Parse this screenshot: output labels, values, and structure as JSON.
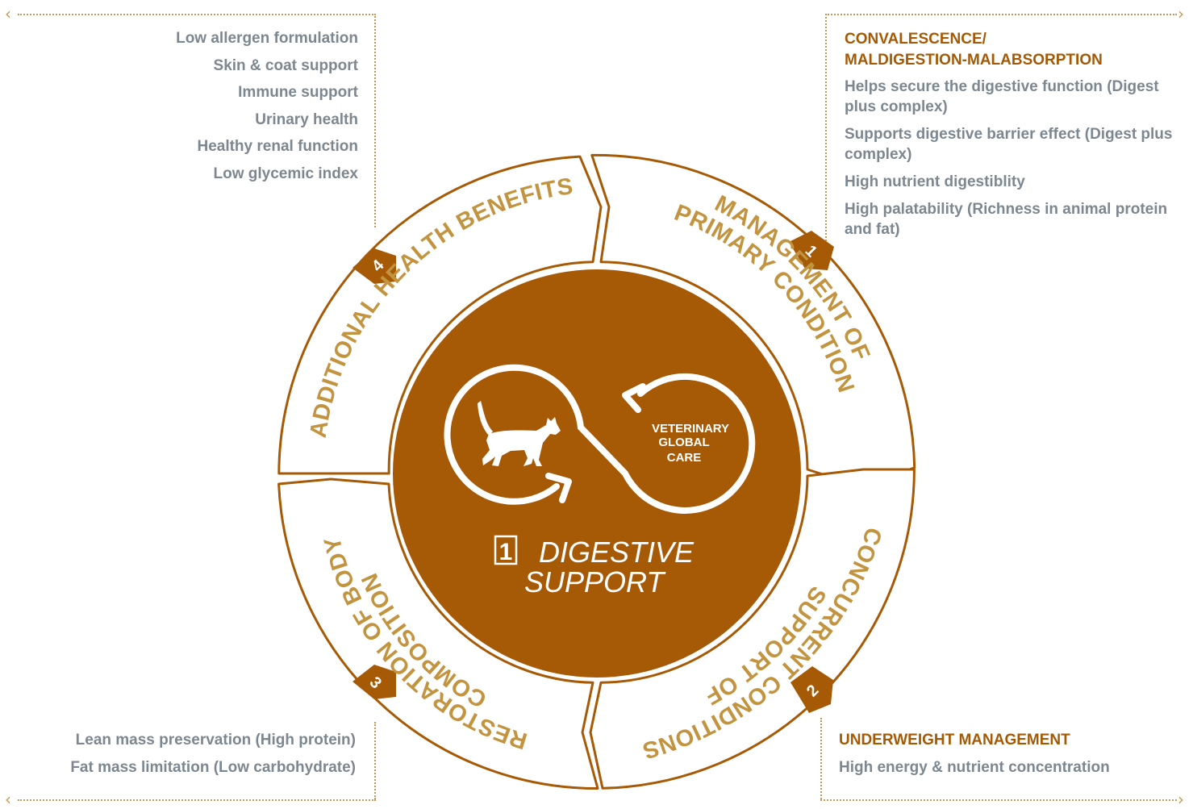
{
  "colors": {
    "accent_brown": "#a75a06",
    "gold": "#c3943f",
    "text_grey": "#7c8790",
    "heading_brown": "#a45a05"
  },
  "top_left_list": [
    "Low allergen formulation",
    "Skin & coat support",
    "Immune support",
    "Urinary health",
    "Healthy renal function",
    "Low glycemic index"
  ],
  "top_right": {
    "heading_line1": "CONVALESCENCE/",
    "heading_line2": "MALDIGESTION-MALABSORPTION",
    "items": [
      "Helps secure the digestive function (Digest plus complex)",
      "Supports digestive barrier effect (Digest plus complex)",
      "High nutrient digestiblity",
      "High palatability (Richness in animal protein and fat)"
    ]
  },
  "bottom_left_list": [
    "Lean mass preservation (High protein)",
    "Fat mass limitation (Low carbohydrate)"
  ],
  "bottom_right": {
    "heading": "UNDERWEIGHT MANAGEMENT",
    "items": [
      "High energy & nutrient concentration"
    ]
  },
  "segments": {
    "s1_line1": "MANAGEMENT OF",
    "s1_line2": "PRIMARY CONDITION",
    "s1_num": "1",
    "s2_line1": "SUPPORT OF",
    "s2_line2": "CONCURRENT CONDITIONS",
    "s2_num": "2",
    "s3_line1": "RESTORATION OF BODY",
    "s3_line2": "COMPOSITION",
    "s3_num": "3",
    "s4_line1": "ADDITIONAL HEALTH BENEFITS",
    "s4_num": "4"
  },
  "center": {
    "line1": "VETERINARY",
    "line2": "GLOBAL",
    "line3": "CARE",
    "number": "1",
    "title1": "DIGESTIVE",
    "title2": "SUPPORT"
  },
  "icons": [
    "cat-icon",
    "infinity-loop-icon",
    "loop-arrow-icon"
  ]
}
